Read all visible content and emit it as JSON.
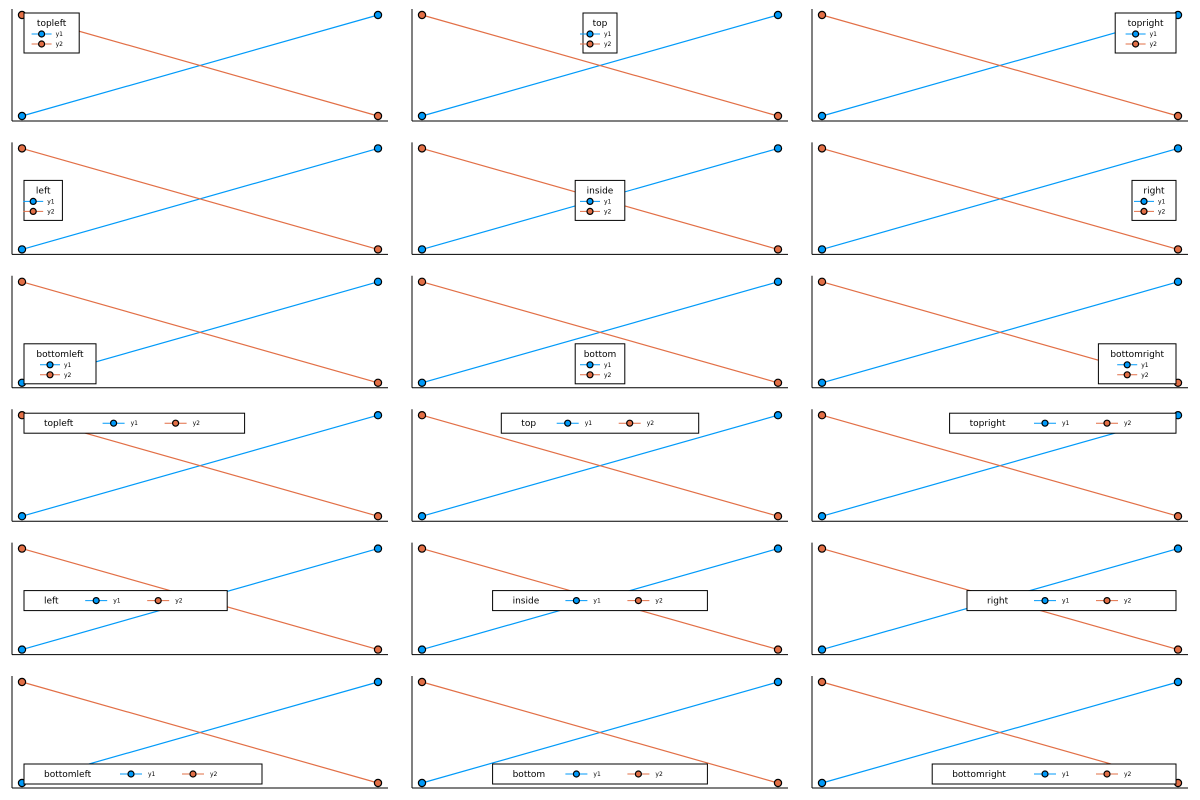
{
  "colors": {
    "y1": "#009af9",
    "y2": "#e26f46"
  },
  "chart_data": [
    {
      "type": "line",
      "title": "",
      "legend": "topleft",
      "legend_title": "topleft",
      "legend_layout": "vertical",
      "x": [
        1,
        2
      ],
      "series": [
        {
          "name": "y1",
          "values": [
            0,
            1
          ]
        },
        {
          "name": "y2",
          "values": [
            1,
            0
          ]
        }
      ]
    },
    {
      "type": "line",
      "title": "",
      "legend": "top",
      "legend_title": "top",
      "legend_layout": "vertical",
      "x": [
        1,
        2
      ],
      "series": [
        {
          "name": "y1",
          "values": [
            0,
            1
          ]
        },
        {
          "name": "y2",
          "values": [
            1,
            0
          ]
        }
      ]
    },
    {
      "type": "line",
      "title": "",
      "legend": "topright",
      "legend_title": "topright",
      "legend_layout": "vertical",
      "x": [
        1,
        2
      ],
      "series": [
        {
          "name": "y1",
          "values": [
            0,
            1
          ]
        },
        {
          "name": "y2",
          "values": [
            1,
            0
          ]
        }
      ]
    },
    {
      "type": "line",
      "title": "",
      "legend": "left",
      "legend_title": "left",
      "legend_layout": "vertical",
      "x": [
        1,
        2
      ],
      "series": [
        {
          "name": "y1",
          "values": [
            0,
            1
          ]
        },
        {
          "name": "y2",
          "values": [
            1,
            0
          ]
        }
      ]
    },
    {
      "type": "line",
      "title": "",
      "legend": "inside",
      "legend_title": "inside",
      "legend_layout": "vertical",
      "x": [
        1,
        2
      ],
      "series": [
        {
          "name": "y1",
          "values": [
            0,
            1
          ]
        },
        {
          "name": "y2",
          "values": [
            1,
            0
          ]
        }
      ]
    },
    {
      "type": "line",
      "title": "",
      "legend": "right",
      "legend_title": "right",
      "legend_layout": "vertical",
      "x": [
        1,
        2
      ],
      "series": [
        {
          "name": "y1",
          "values": [
            0,
            1
          ]
        },
        {
          "name": "y2",
          "values": [
            1,
            0
          ]
        }
      ]
    },
    {
      "type": "line",
      "title": "",
      "legend": "bottomleft",
      "legend_title": "bottomleft",
      "legend_layout": "vertical",
      "x": [
        1,
        2
      ],
      "series": [
        {
          "name": "y1",
          "values": [
            0,
            1
          ]
        },
        {
          "name": "y2",
          "values": [
            1,
            0
          ]
        }
      ]
    },
    {
      "type": "line",
      "title": "",
      "legend": "bottom",
      "legend_title": "bottom",
      "legend_layout": "vertical",
      "x": [
        1,
        2
      ],
      "series": [
        {
          "name": "y1",
          "values": [
            0,
            1
          ]
        },
        {
          "name": "y2",
          "values": [
            1,
            0
          ]
        }
      ]
    },
    {
      "type": "line",
      "title": "",
      "legend": "bottomright",
      "legend_title": "bottomright",
      "legend_layout": "vertical",
      "x": [
        1,
        2
      ],
      "series": [
        {
          "name": "y1",
          "values": [
            0,
            1
          ]
        },
        {
          "name": "y2",
          "values": [
            1,
            0
          ]
        }
      ]
    },
    {
      "type": "line",
      "title": "",
      "legend": "topleft",
      "legend_title": "topleft",
      "legend_layout": "horizontal",
      "x": [
        1,
        2
      ],
      "series": [
        {
          "name": "y1",
          "values": [
            0,
            1
          ]
        },
        {
          "name": "y2",
          "values": [
            1,
            0
          ]
        }
      ]
    },
    {
      "type": "line",
      "title": "",
      "legend": "top",
      "legend_title": "top",
      "legend_layout": "horizontal",
      "x": [
        1,
        2
      ],
      "series": [
        {
          "name": "y1",
          "values": [
            0,
            1
          ]
        },
        {
          "name": "y2",
          "values": [
            1,
            0
          ]
        }
      ]
    },
    {
      "type": "line",
      "title": "",
      "legend": "topright",
      "legend_title": "topright",
      "legend_layout": "horizontal",
      "x": [
        1,
        2
      ],
      "series": [
        {
          "name": "y1",
          "values": [
            0,
            1
          ]
        },
        {
          "name": "y2",
          "values": [
            1,
            0
          ]
        }
      ]
    },
    {
      "type": "line",
      "title": "",
      "legend": "left",
      "legend_title": "left",
      "legend_layout": "horizontal",
      "x": [
        1,
        2
      ],
      "series": [
        {
          "name": "y1",
          "values": [
            0,
            1
          ]
        },
        {
          "name": "y2",
          "values": [
            1,
            0
          ]
        }
      ]
    },
    {
      "type": "line",
      "title": "",
      "legend": "inside",
      "legend_title": "inside",
      "legend_layout": "horizontal",
      "x": [
        1,
        2
      ],
      "series": [
        {
          "name": "y1",
          "values": [
            0,
            1
          ]
        },
        {
          "name": "y2",
          "values": [
            1,
            0
          ]
        }
      ]
    },
    {
      "type": "line",
      "title": "",
      "legend": "right",
      "legend_title": "right",
      "legend_layout": "horizontal",
      "x": [
        1,
        2
      ],
      "series": [
        {
          "name": "y1",
          "values": [
            0,
            1
          ]
        },
        {
          "name": "y2",
          "values": [
            1,
            0
          ]
        }
      ]
    },
    {
      "type": "line",
      "title": "",
      "legend": "bottomleft",
      "legend_title": "bottomleft",
      "legend_layout": "horizontal",
      "x": [
        1,
        2
      ],
      "series": [
        {
          "name": "y1",
          "values": [
            0,
            1
          ]
        },
        {
          "name": "y2",
          "values": [
            1,
            0
          ]
        }
      ]
    },
    {
      "type": "line",
      "title": "",
      "legend": "bottom",
      "legend_title": "bottom",
      "legend_layout": "horizontal",
      "x": [
        1,
        2
      ],
      "series": [
        {
          "name": "y1",
          "values": [
            0,
            1
          ]
        },
        {
          "name": "y2",
          "values": [
            1,
            0
          ]
        }
      ]
    },
    {
      "type": "line",
      "title": "",
      "legend": "bottomright",
      "legend_title": "bottomright",
      "legend_layout": "horizontal",
      "x": [
        1,
        2
      ],
      "series": [
        {
          "name": "y1",
          "values": [
            0,
            1
          ]
        },
        {
          "name": "y2",
          "values": [
            1,
            0
          ]
        }
      ]
    }
  ]
}
